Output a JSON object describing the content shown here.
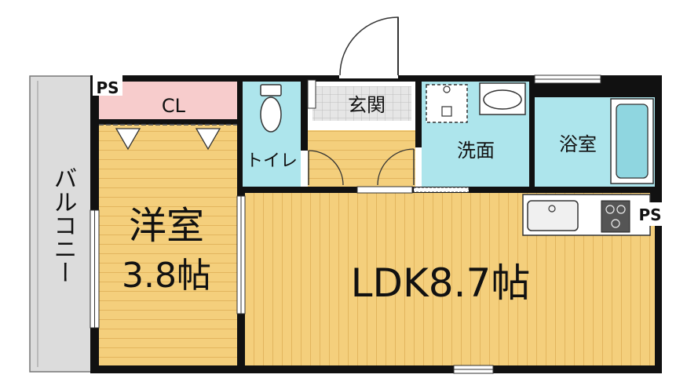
{
  "labels": {
    "ps_left": "PS",
    "cl": "CL",
    "genkan": "玄関",
    "toilet": "トイレ",
    "senmen": "洗面",
    "yokushitsu": "浴室",
    "ps_right": "PS",
    "balcony": "バルコニー",
    "youshitsu_name": "洋室",
    "youshitsu_size": "3.8帖",
    "ldk": "LDK8.7帖"
  },
  "colors": {
    "wall": "#111111",
    "wood_floor": "#f4cf7c",
    "wood_line": "#e2b55e",
    "wet_area": "#ade5ec",
    "closet": "#f7cccc",
    "balcony": "#dcdcdc",
    "genkan_tile": "#e2e2e2"
  }
}
